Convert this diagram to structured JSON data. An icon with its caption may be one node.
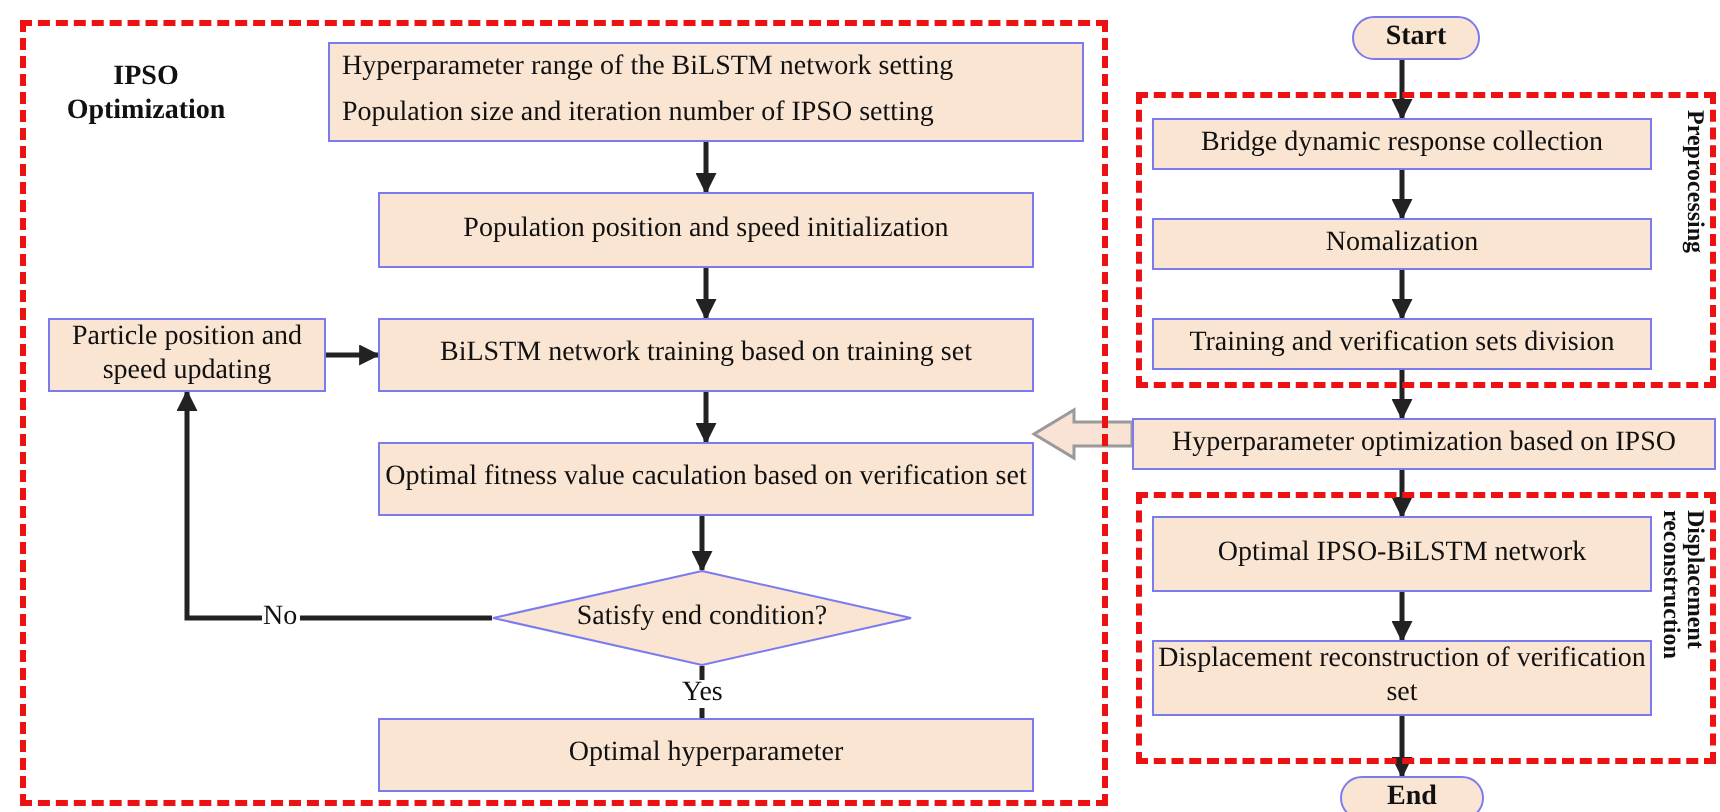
{
  "diagram": {
    "nodes": [
      {
        "text": [
          "IPSO Optimization"
        ]
      },
      {
        "text": [
          "Hyperparameter range of the BiLSTM network setting",
          "Population size and iteration number of IPSO setting"
        ],
        "in": 0
      },
      {
        "text": [
          "Population position and speed initialization"
        ],
        "in": 0
      },
      {
        "text": [
          "Particle position and speed updating"
        ],
        "in": 0
      },
      {
        "text": [
          "BiLSTM network training based on training set"
        ],
        "in": 0
      },
      {
        "text": [
          "Optimal fitness value caculation based on verification set"
        ],
        "in": 0
      },
      {
        "text": [
          "Satisfy end condition?"
        ],
        "in": 0
      },
      {
        "text": [
          "Optimal hyperparameter"
        ],
        "in": 0
      },
      {
        "text": [
          "Start"
        ]
      },
      {
        "text": [
          "Preprocessing"
        ]
      },
      {
        "text": [
          "Bridge dynamic response collection"
        ],
        "in": 9
      },
      {
        "text": [
          "Nomalization"
        ],
        "in": 9
      },
      {
        "text": [
          "Training and verification sets division"
        ],
        "in": 9
      },
      {
        "text": [
          "Hyperparameter optimization based on IPSO"
        ]
      },
      {
        "text": [
          "Displacement reconstruction"
        ]
      },
      {
        "text": [
          "Optimal IPSO-BiLSTM network"
        ],
        "in": 14
      },
      {
        "text": [
          "Displacement reconstruction of verification set"
        ],
        "in": 14
      },
      {
        "text": [
          "End"
        ]
      }
    ],
    "edges": [
      {
        "from": 1,
        "to": 2,
        "arrow": "to"
      },
      {
        "from": 2,
        "to": 4,
        "arrow": "to"
      },
      {
        "from": 3,
        "to": 4,
        "arrow": "to"
      },
      {
        "from": 4,
        "to": 5,
        "arrow": "to"
      },
      {
        "from": 5,
        "to": 6,
        "arrow": "to"
      },
      {
        "from": 6,
        "to": 3,
        "arrow": "to",
        "label": "No"
      },
      {
        "from": 6,
        "to": 7,
        "arrow": "none",
        "label": "Yes"
      },
      {
        "from": 8,
        "to": 10,
        "arrow": "to"
      },
      {
        "from": 10,
        "to": 11,
        "arrow": "to"
      },
      {
        "from": 11,
        "to": 12,
        "arrow": "to"
      },
      {
        "from": 12,
        "to": 13,
        "arrow": "to"
      },
      {
        "from": 13,
        "to": 5,
        "arrow": "to",
        "style": "thick",
        "color": "#9a9a9a"
      },
      {
        "from": 13,
        "to": 15,
        "arrow": "to"
      },
      {
        "from": 15,
        "to": 16,
        "arrow": "to"
      },
      {
        "from": 16,
        "to": 17,
        "arrow": "to"
      }
    ]
  }
}
